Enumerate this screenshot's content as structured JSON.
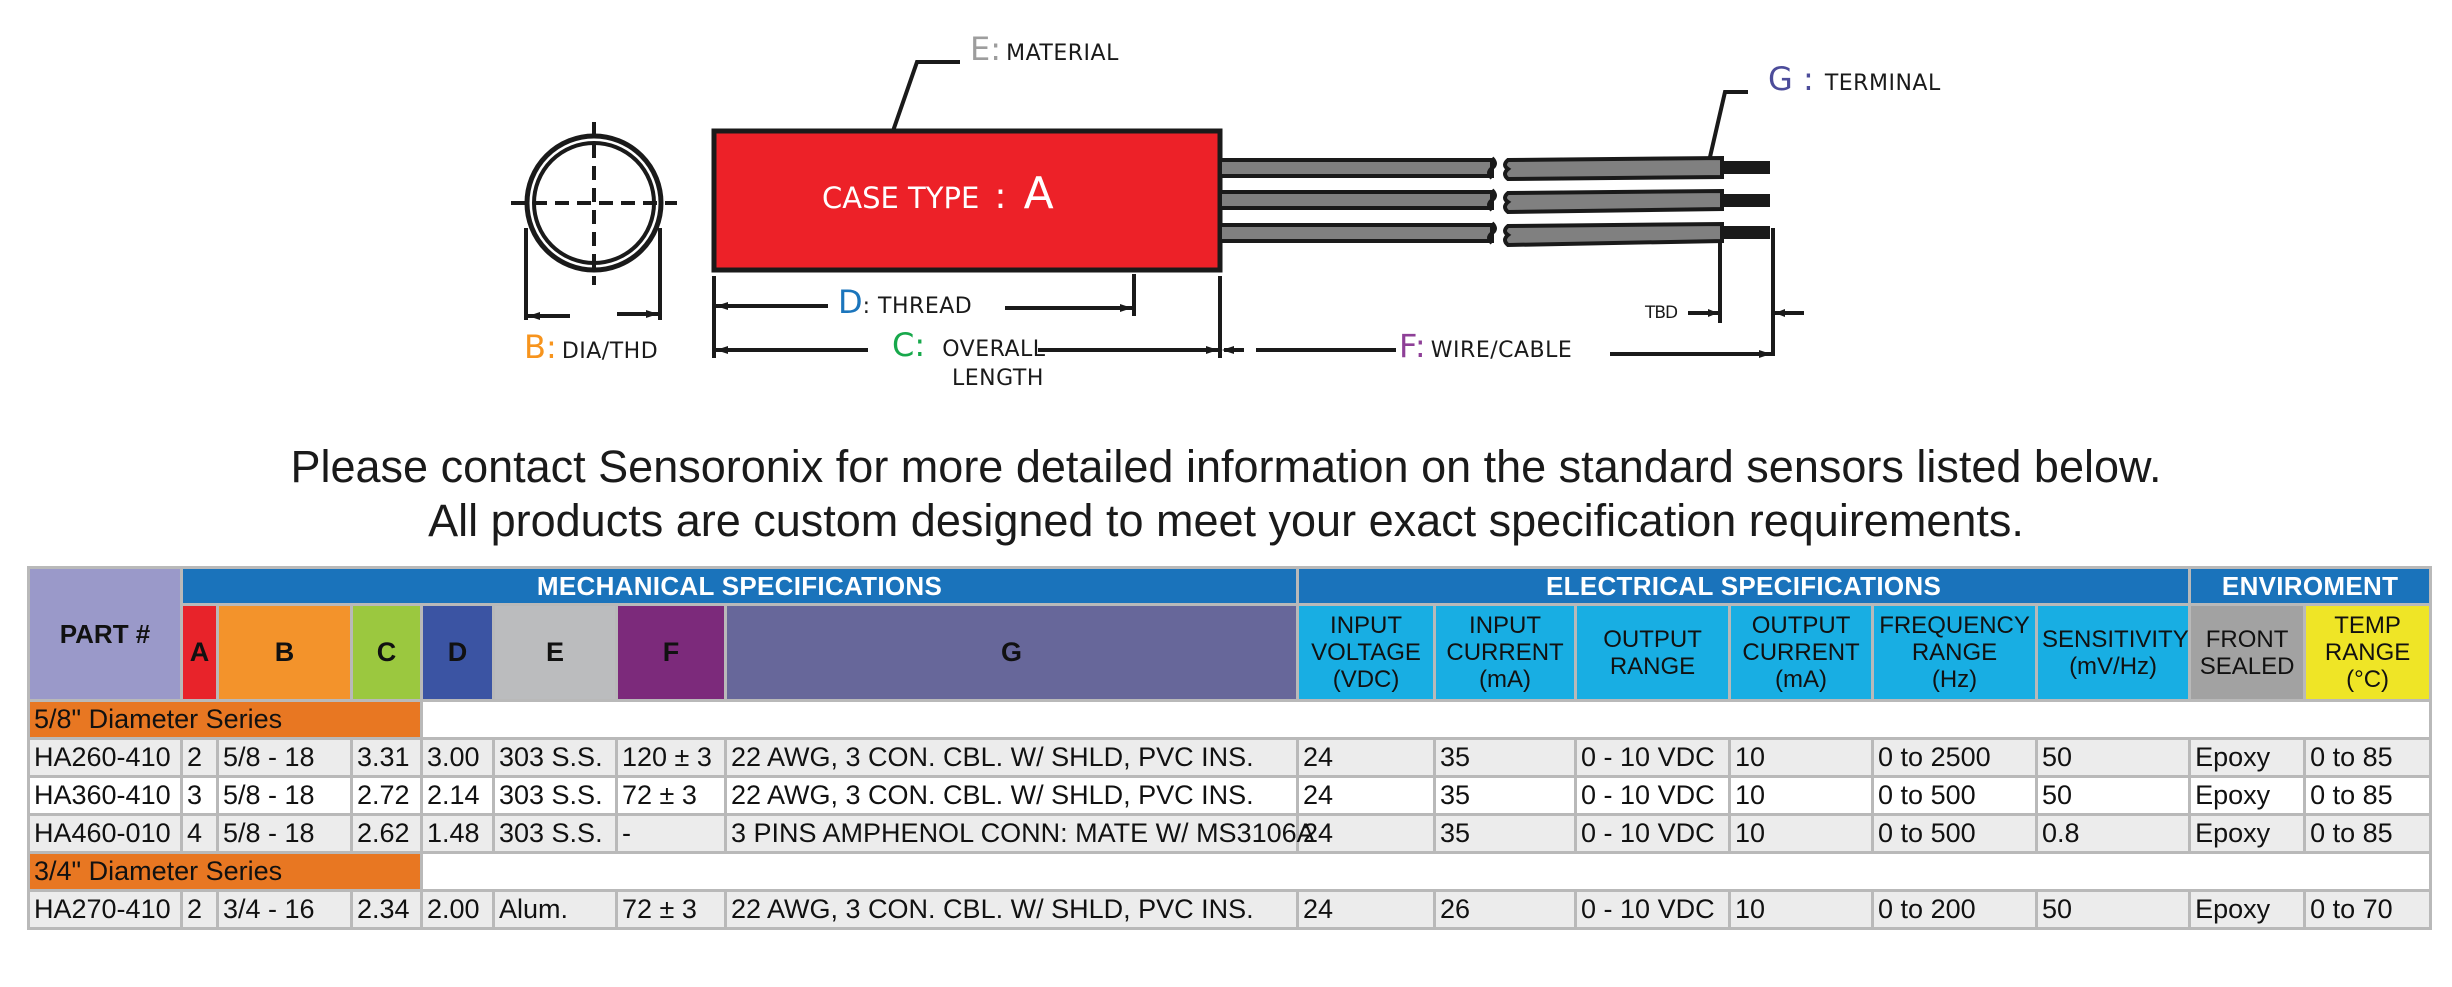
{
  "diagram": {
    "case_label": "CASE TYPE",
    "case_colon": ":",
    "case_letter": "A",
    "labels": {
      "A": {
        "letter": "A",
        "text": "CASE TYPE"
      },
      "B": {
        "letter": "B:",
        "text": "DIA/THD",
        "color": "#f7941d"
      },
      "C": {
        "letter": "C:",
        "text": "OVERALL",
        "text2": "LENGTH",
        "color": "#17a84b"
      },
      "D": {
        "letter": "D",
        "text": ": THREAD",
        "color": "#1b75bc"
      },
      "E": {
        "letter": "E:",
        "text": "MATERIAL",
        "color": "#9d9d9d"
      },
      "F": {
        "letter": "F:",
        "text": "WIRE/CABLE",
        "color": "#8e3f97"
      },
      "G": {
        "letter": "G :",
        "text": "TERMINAL",
        "color": "#4c4c9a"
      }
    },
    "tbd": "TBD",
    "colors": {
      "case": "#ed2128",
      "wire": "#808080",
      "outline": "#1a1a1a"
    }
  },
  "heading": {
    "line1": "Please contact Sensoronix for more detailed information on the standard sensors listed below.",
    "line2": "All products are custom designed to meet your exact specification requirements."
  },
  "table": {
    "group_headers": {
      "part": "PART #",
      "mechanical": "MECHANICAL SPECIFICATIONS",
      "electrical": "ELECTRICAL SPECIFICATIONS",
      "environment": "ENVIROMENT"
    },
    "mech_columns": [
      {
        "label": "A",
        "color": "#e8232a"
      },
      {
        "label": "B",
        "color": "#f3932b"
      },
      {
        "label": "C",
        "color": "#9bc83f"
      },
      {
        "label": "D",
        "color": "#3b54a3"
      },
      {
        "label": "E",
        "color": "#bbbcbe"
      },
      {
        "label": "F",
        "color": "#7c2a7b"
      },
      {
        "label": "G",
        "color": "#67679a"
      }
    ],
    "elec_columns": [
      {
        "line1": "INPUT",
        "line2": "VOLTAGE",
        "line3": "(VDC)"
      },
      {
        "line1": "INPUT",
        "line2": "CURRENT",
        "line3": "(mA)"
      },
      {
        "line1": "OUTPUT",
        "line2": "RANGE",
        "line3": ""
      },
      {
        "line1": "OUTPUT",
        "line2": "CURRENT",
        "line3": "(mA)"
      },
      {
        "line1": "FREQUENCY",
        "line2": "RANGE",
        "line3": "(Hz)"
      },
      {
        "line1": "SENSITIVITY",
        "line2": "(mV/Hz)",
        "line3": ""
      }
    ],
    "env_columns": [
      {
        "line1": "FRONT",
        "line2": "SEALED",
        "line3": "",
        "color": "#a2a2a2"
      },
      {
        "line1": "TEMP",
        "line2": "RANGE",
        "line3": "(°C)",
        "color": "#efe526"
      }
    ],
    "series": [
      {
        "label": "5/8\" Diameter Series",
        "rows": [
          [
            "HA260-410",
            "2",
            "5/8 - 18",
            "3.31",
            "3.00",
            "303 S.S.",
            "120 ± 3",
            "22 AWG, 3 CON. CBL. W/ SHLD, PVC INS.",
            "24",
            "35",
            "0 - 10 VDC",
            "10",
            "0 to 2500",
            "50",
            "Epoxy",
            "0 to 85"
          ],
          [
            "HA360-410",
            "3",
            "5/8 - 18",
            "2.72",
            "2.14",
            "303 S.S.",
            "72 ± 3",
            "22 AWG, 3 CON. CBL. W/ SHLD, PVC INS.",
            "24",
            "35",
            "0 - 10 VDC",
            "10",
            "0 to 500",
            "50",
            "Epoxy",
            "0 to 85"
          ],
          [
            "HA460-010",
            "4",
            "5/8 - 18",
            "2.62",
            "1.48",
            "303 S.S.",
            "-",
            "3 PINS AMPHENOL CONN: MATE W/ MS3106A",
            "24",
            "35",
            "0 - 10 VDC",
            "10",
            "0 to 500",
            "0.8",
            "Epoxy",
            "0 to 85"
          ]
        ]
      },
      {
        "label": "3/4\" Diameter Series",
        "rows": [
          [
            "HA270-410",
            "2",
            "3/4 - 16",
            "2.34",
            "2.00",
            "Alum.",
            "72 ± 3",
            "22 AWG, 3 CON. CBL. W/ SHLD, PVC INS.",
            "24",
            "26",
            "0 - 10 VDC",
            "10",
            "0 to 200",
            "50",
            "Epoxy",
            "0 to 70"
          ]
        ]
      }
    ]
  }
}
